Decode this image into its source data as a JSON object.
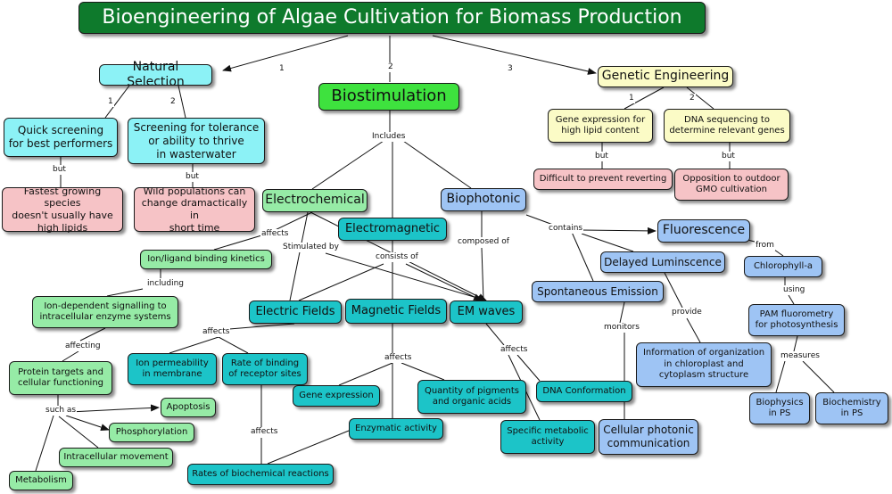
{
  "title": "Bioengineering of Algae Cultivation for Biomass Production",
  "nodes": {
    "natural_selection": "Natural Selection",
    "biostimulation": "Biostimulation",
    "genetic_engineering": "Genetic Engineering",
    "quick_screening": "Quick screening\nfor best performers",
    "screening_tolerance": "Screening for tolerance\nor ability to thrive\nin wasterwater",
    "fastest_growing": "Fastest growing species\ndoesn't usually have\nhigh lipids",
    "wild_populations": "Wild populations can\nchange dramactically in\nshort time",
    "gene_expression_lipid": "Gene expression for\nhigh lipid content",
    "dna_sequencing": "DNA sequencing to\ndetermine relevant genes",
    "difficult_reverting": "Difficult to prevent reverting",
    "opposition_gmo": "Opposition to outdoor\nGMO cultivation",
    "electrochemical": "Electrochemical",
    "electromagnetic": "Electromagnetic",
    "biophotonic": "Biophotonic",
    "ion_ligand": "Ion/ligand binding kinetics",
    "ion_dependent": "Ion-dependent signalling to\nintracellular enzyme systems",
    "protein_targets": "Protein targets and\ncellular functioning",
    "apoptosis": "Apoptosis",
    "phosphorylation": "Phosphorylation",
    "intracellular_movement": "Intracellular movement",
    "metabolism": "Metabolism",
    "electric_fields": "Electric Fields",
    "magnetic_fields": "Magnetic Fields",
    "em_waves": "EM waves",
    "ion_permeability": "Ion permeability\nin membrane",
    "rate_binding": "Rate of binding\nof receptor sites",
    "gene_expression": "Gene expression",
    "quantity_pigments": "Quantity of pigments\nand organic acids",
    "enzymatic_activity": "Enzymatic activity",
    "rates_biochemical": "Rates of biochemical reactions",
    "dna_conformation": "DNA Conformation",
    "specific_metabolic": "Specific metabolic\nactivity",
    "cellular_photonic": "Cellular photonic\ncommunication",
    "fluorescence": "Fluorescence",
    "delayed_luminescence": "Delayed Luminscence",
    "spontaneous_emission": "Spontaneous Emission",
    "chlorophyll": "Chlorophyll-a",
    "pam": "PAM fluorometry\nfor photosynthesis",
    "information_org": "Information of organization\nin chloroplast and\ncytoplasm structure",
    "biophysics": "Biophysics\nin PS",
    "biochemistry": "Biochemistry\nin PS"
  },
  "labels": {
    "n1": "1",
    "n2": "2",
    "n3": "3",
    "ns1": "1",
    "ns2": "2",
    "ge1": "1",
    "ge2": "2",
    "but_a": "but",
    "but_b": "but",
    "but_c": "but",
    "but_d": "but",
    "includes": "Includes",
    "affects_echem": "affects",
    "stimulated_by": "Stimulated by",
    "consists_of": "consists of",
    "composed_of": "composed of",
    "contains": "contains",
    "including": "including",
    "affecting": "affecting",
    "such_as": "such as",
    "affects_ef": "affects",
    "affects_mf": "affects",
    "affects_em": "affects",
    "affects_rate": "affects",
    "monitors": "monitors",
    "provide": "provide",
    "from": "from",
    "using": "using",
    "measures": "measures"
  }
}
